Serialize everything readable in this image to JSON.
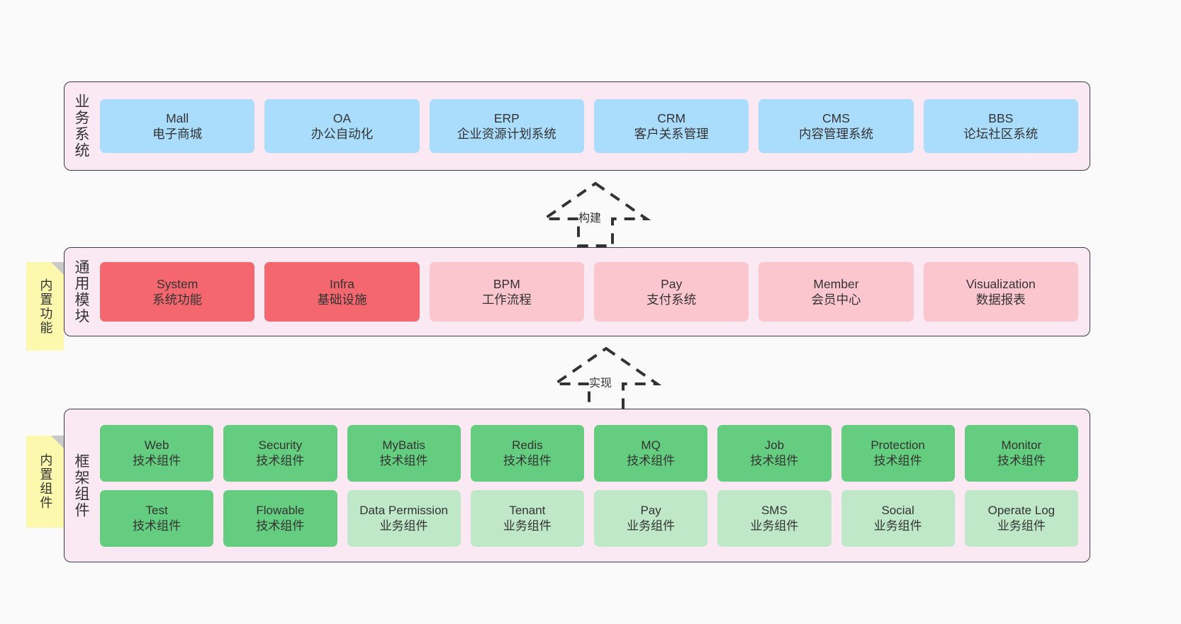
{
  "diagram": {
    "background_color": "#fafafa",
    "panel_color": "#fae9f3",
    "panel_border_color": "#3f3b46",
    "note_color": "#fcf8ae"
  },
  "notes": [
    {
      "text": "内置功能",
      "name": "built-in-functions"
    },
    {
      "text": "内置组件",
      "name": "built-in-components"
    }
  ],
  "arrows": [
    {
      "label": "构建",
      "name": "build"
    },
    {
      "label": "实现",
      "name": "implement"
    }
  ],
  "layers": [
    {
      "id": "business",
      "label": "业务系统",
      "color": "#aadcfb",
      "rows": [
        {
          "nodes": [
            {
              "title": "Mall",
              "subtitle": "电子商城"
            },
            {
              "title": "OA",
              "subtitle": "办公自动化"
            },
            {
              "title": "ERP",
              "subtitle": "企业资源计划系统"
            },
            {
              "title": "CRM",
              "subtitle": "客户关系管理"
            },
            {
              "title": "CMS",
              "subtitle": "内容管理系统"
            },
            {
              "title": "BBS",
              "subtitle": "论坛社区系统"
            }
          ]
        }
      ]
    },
    {
      "id": "modules",
      "label": "通用模块",
      "color": "#fcc6ce",
      "accent_color": "#f4676f",
      "rows": [
        {
          "nodes": [
            {
              "title": "System",
              "subtitle": "系统功能",
              "accent": true
            },
            {
              "title": "Infra",
              "subtitle": "基础设施",
              "accent": true
            },
            {
              "title": "BPM",
              "subtitle": "工作流程"
            },
            {
              "title": "Pay",
              "subtitle": "支付系统"
            },
            {
              "title": "Member",
              "subtitle": "会员中心"
            },
            {
              "title": "Visualization",
              "subtitle": "数据报表"
            }
          ]
        }
      ]
    },
    {
      "id": "framework",
      "label": "框架组件",
      "color_tech": "#65cd7f",
      "color_biz": "#bfe8c8",
      "rows": [
        {
          "nodes": [
            {
              "title": "Web",
              "subtitle": "技术组件"
            },
            {
              "title": "Security",
              "subtitle": "技术组件"
            },
            {
              "title": "MyBatis",
              "subtitle": "技术组件"
            },
            {
              "title": "Redis",
              "subtitle": "技术组件"
            },
            {
              "title": "MQ",
              "subtitle": "技术组件"
            },
            {
              "title": "Job",
              "subtitle": "技术组件"
            },
            {
              "title": "Protection",
              "subtitle": "技术组件"
            },
            {
              "title": "Monitor",
              "subtitle": "技术组件"
            }
          ]
        },
        {
          "nodes": [
            {
              "title": "Test",
              "subtitle": "技术组件"
            },
            {
              "title": "Flowable",
              "subtitle": "技术组件"
            },
            {
              "title": "Data Permission",
              "subtitle": "业务组件"
            },
            {
              "title": "Tenant",
              "subtitle": "业务组件"
            },
            {
              "title": "Pay",
              "subtitle": "业务组件"
            },
            {
              "title": "SMS",
              "subtitle": "业务组件"
            },
            {
              "title": "Social",
              "subtitle": "业务组件"
            },
            {
              "title": "Operate Log",
              "subtitle": "业务组件"
            }
          ]
        }
      ]
    }
  ]
}
